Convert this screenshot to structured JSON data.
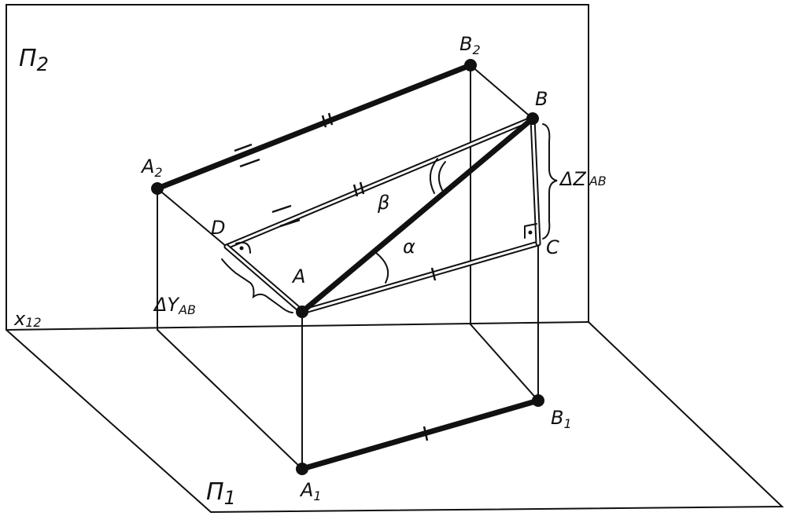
{
  "labels": {
    "plane_frontal": "П",
    "plane_frontal_sub": "2",
    "plane_horizontal": "П",
    "plane_horizontal_sub": "1",
    "axis": "x",
    "axis_sub": "12",
    "point_A2": "A",
    "point_A2_sub": "2",
    "point_B2": "B",
    "point_B2_sub": "2",
    "point_A1": "A",
    "point_A1_sub": "1",
    "point_B1": "B",
    "point_B1_sub": "1",
    "point_A": "A",
    "point_B": "B",
    "point_C": "C",
    "point_D": "D",
    "angle_alpha": "α",
    "angle_beta": "β",
    "delta_z": "ΔZ",
    "delta_z_sub": "AB",
    "delta_y": "ΔY",
    "delta_y_sub": "AB"
  }
}
